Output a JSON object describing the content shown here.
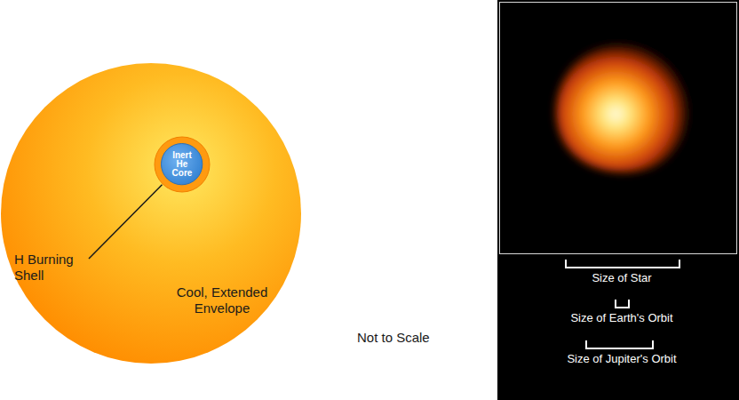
{
  "diagram": {
    "nodes": [
      {
        "text": [
          "Cool, Extended Envelope"
        ]
      },
      {
        "text": [
          "Inert He Core"
        ],
        "in": 0
      }
    ],
    "labels": [
      "H Burning Shell",
      "Not to Scale",
      "Size of Star",
      "Size of Earth's Orbit",
      "Size of Jupiter's Orbit"
    ]
  }
}
